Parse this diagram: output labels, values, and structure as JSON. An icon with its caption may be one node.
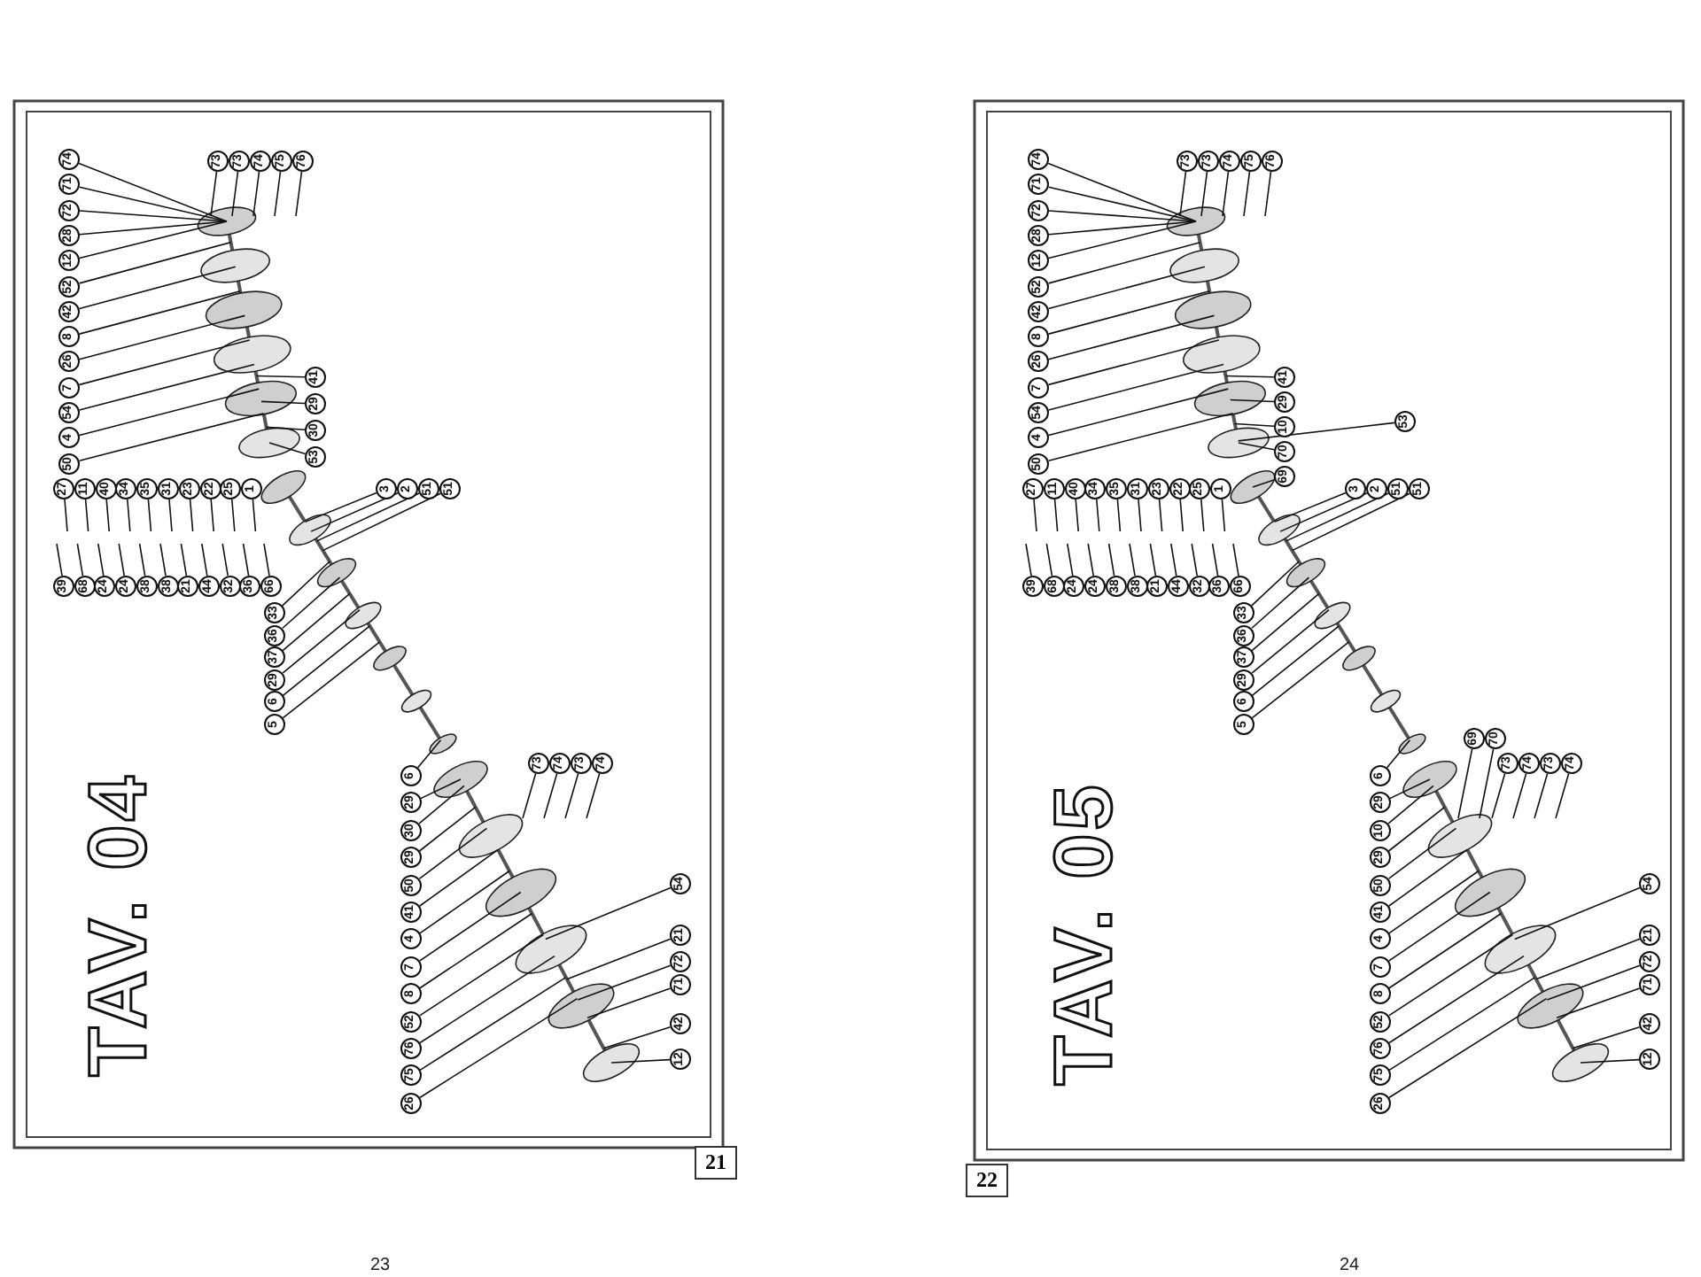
{
  "diagram": {
    "nodes": [
      {
        "text": [
          "74"
        ]
      },
      {
        "text": [
          "71"
        ]
      },
      {
        "text": [
          "72"
        ]
      },
      {
        "text": [
          "28"
        ]
      },
      {
        "text": [
          "12"
        ]
      },
      {
        "text": [
          "52"
        ]
      },
      {
        "text": [
          "42"
        ]
      },
      {
        "text": [
          "8"
        ]
      },
      {
        "text": [
          "26"
        ]
      },
      {
        "text": [
          "7"
        ]
      },
      {
        "text": [
          "54"
        ]
      },
      {
        "text": [
          "4"
        ]
      },
      {
        "text": [
          "50"
        ]
      },
      {
        "text": [
          "73"
        ]
      },
      {
        "text": [
          "73"
        ]
      },
      {
        "text": [
          "74"
        ]
      },
      {
        "text": [
          "75"
        ]
      },
      {
        "text": [
          "76"
        ]
      },
      {
        "text": [
          "41"
        ]
      },
      {
        "text": [
          "29"
        ]
      },
      {
        "text": [
          "30"
        ]
      },
      {
        "text": [
          "53"
        ]
      },
      {
        "text": [
          "27"
        ]
      },
      {
        "text": [
          "11"
        ]
      },
      {
        "text": [
          "40"
        ]
      },
      {
        "text": [
          "34"
        ]
      },
      {
        "text": [
          "35"
        ]
      },
      {
        "text": [
          "31"
        ]
      },
      {
        "text": [
          "23"
        ]
      },
      {
        "text": [
          "22"
        ]
      },
      {
        "text": [
          "25"
        ]
      },
      {
        "text": [
          "1"
        ]
      },
      {
        "text": [
          "39"
        ]
      },
      {
        "text": [
          "68"
        ]
      },
      {
        "text": [
          "24"
        ]
      },
      {
        "text": [
          "24"
        ]
      },
      {
        "text": [
          "38"
        ]
      },
      {
        "text": [
          "38"
        ]
      },
      {
        "text": [
          "21"
        ]
      },
      {
        "text": [
          "44"
        ]
      },
      {
        "text": [
          "32"
        ]
      },
      {
        "text": [
          "36"
        ]
      },
      {
        "text": [
          "66"
        ]
      },
      {
        "text": [
          "33"
        ]
      },
      {
        "text": [
          "36"
        ]
      },
      {
        "text": [
          "37"
        ]
      },
      {
        "text": [
          "29"
        ]
      },
      {
        "text": [
          "6"
        ]
      },
      {
        "text": [
          "5"
        ]
      },
      {
        "text": [
          "3"
        ]
      },
      {
        "text": [
          "2"
        ]
      },
      {
        "text": [
          "51"
        ]
      },
      {
        "text": [
          "51"
        ]
      },
      {
        "text": [
          "6"
        ]
      },
      {
        "text": [
          "29"
        ]
      },
      {
        "text": [
          "30"
        ]
      },
      {
        "text": [
          "29"
        ]
      },
      {
        "text": [
          "50"
        ]
      },
      {
        "text": [
          "41"
        ]
      },
      {
        "text": [
          "4"
        ]
      },
      {
        "text": [
          "7"
        ]
      },
      {
        "text": [
          "8"
        ]
      },
      {
        "text": [
          "52"
        ]
      },
      {
        "text": [
          "76"
        ]
      },
      {
        "text": [
          "75"
        ]
      },
      {
        "text": [
          "26"
        ]
      },
      {
        "text": [
          "73"
        ]
      },
      {
        "text": [
          "74"
        ]
      },
      {
        "text": [
          "73"
        ]
      },
      {
        "text": [
          "74"
        ]
      },
      {
        "text": [
          "54"
        ]
      },
      {
        "text": [
          "21"
        ]
      },
      {
        "text": [
          "72"
        ]
      },
      {
        "text": [
          "71"
        ]
      },
      {
        "text": [
          "42"
        ]
      },
      {
        "text": [
          "12"
        ]
      },
      {
        "text": [
          "74"
        ]
      },
      {
        "text": [
          "71"
        ]
      },
      {
        "text": [
          "72"
        ]
      },
      {
        "text": [
          "28"
        ]
      },
      {
        "text": [
          "12"
        ]
      },
      {
        "text": [
          "52"
        ]
      },
      {
        "text": [
          "42"
        ]
      },
      {
        "text": [
          "8"
        ]
      },
      {
        "text": [
          "26"
        ]
      },
      {
        "text": [
          "7"
        ]
      },
      {
        "text": [
          "54"
        ]
      },
      {
        "text": [
          "4"
        ]
      },
      {
        "text": [
          "50"
        ]
      },
      {
        "text": [
          "73"
        ]
      },
      {
        "text": [
          "73"
        ]
      },
      {
        "text": [
          "74"
        ]
      },
      {
        "text": [
          "75"
        ]
      },
      {
        "text": [
          "76"
        ]
      },
      {
        "text": [
          "41"
        ]
      },
      {
        "text": [
          "29"
        ]
      },
      {
        "text": [
          "10"
        ]
      },
      {
        "text": [
          "70"
        ]
      },
      {
        "text": [
          "69"
        ]
      },
      {
        "text": [
          "53"
        ]
      },
      {
        "text": [
          "27"
        ]
      },
      {
        "text": [
          "11"
        ]
      },
      {
        "text": [
          "40"
        ]
      },
      {
        "text": [
          "34"
        ]
      },
      {
        "text": [
          "35"
        ]
      },
      {
        "text": [
          "31"
        ]
      },
      {
        "text": [
          "23"
        ]
      },
      {
        "text": [
          "22"
        ]
      },
      {
        "text": [
          "25"
        ]
      },
      {
        "text": [
          "1"
        ]
      },
      {
        "text": [
          "39"
        ]
      },
      {
        "text": [
          "68"
        ]
      },
      {
        "text": [
          "24"
        ]
      },
      {
        "text": [
          "24"
        ]
      },
      {
        "text": [
          "38"
        ]
      },
      {
        "text": [
          "38"
        ]
      },
      {
        "text": [
          "21"
        ]
      },
      {
        "text": [
          "44"
        ]
      },
      {
        "text": [
          "32"
        ]
      },
      {
        "text": [
          "36"
        ]
      },
      {
        "text": [
          "66"
        ]
      },
      {
        "text": [
          "33"
        ]
      },
      {
        "text": [
          "36"
        ]
      },
      {
        "text": [
          "37"
        ]
      },
      {
        "text": [
          "29"
        ]
      },
      {
        "text": [
          "6"
        ]
      },
      {
        "text": [
          "5"
        ]
      },
      {
        "text": [
          "3"
        ]
      },
      {
        "text": [
          "2"
        ]
      },
      {
        "text": [
          "51"
        ]
      },
      {
        "text": [
          "51"
        ]
      },
      {
        "text": [
          "6"
        ]
      },
      {
        "text": [
          "29"
        ]
      },
      {
        "text": [
          "10"
        ]
      },
      {
        "text": [
          "29"
        ]
      },
      {
        "text": [
          "50"
        ]
      },
      {
        "text": [
          "41"
        ]
      },
      {
        "text": [
          "4"
        ]
      },
      {
        "text": [
          "7"
        ]
      },
      {
        "text": [
          "8"
        ]
      },
      {
        "text": [
          "52"
        ]
      },
      {
        "text": [
          "76"
        ]
      },
      {
        "text": [
          "75"
        ]
      },
      {
        "text": [
          "26"
        ]
      },
      {
        "text": [
          "69"
        ]
      },
      {
        "text": [
          "70"
        ]
      },
      {
        "text": [
          "73"
        ]
      },
      {
        "text": [
          "74"
        ]
      },
      {
        "text": [
          "73"
        ]
      },
      {
        "text": [
          "74"
        ]
      },
      {
        "text": [
          "54"
        ]
      },
      {
        "text": [
          "21"
        ]
      },
      {
        "text": [
          "72"
        ]
      },
      {
        "text": [
          "71"
        ]
      },
      {
        "text": [
          "42"
        ]
      },
      {
        "text": [
          "12"
        ]
      }
    ],
    "edges": [
      {
        "from": 0,
        "to": null,
        "arrow": "none"
      },
      {
        "from": 1,
        "to": null,
        "arrow": "none"
      },
      {
        "from": 2,
        "to": null,
        "arrow": "none"
      },
      {
        "from": 3,
        "to": null,
        "arrow": "none"
      },
      {
        "from": 4,
        "to": null,
        "arrow": "none"
      },
      {
        "from": 5,
        "to": null,
        "arrow": "none"
      },
      {
        "from": 6,
        "to": null,
        "arrow": "none"
      },
      {
        "from": 7,
        "to": null,
        "arrow": "none"
      },
      {
        "from": 8,
        "to": null,
        "arrow": "none"
      },
      {
        "from": 9,
        "to": null,
        "arrow": "none"
      },
      {
        "from": 10,
        "to": null,
        "arrow": "none"
      },
      {
        "from": 11,
        "to": null,
        "arrow": "none"
      },
      {
        "from": 12,
        "to": null,
        "arrow": "none"
      },
      {
        "from": 13,
        "to": null,
        "arrow": "none"
      },
      {
        "from": 14,
        "to": null,
        "arrow": "none"
      },
      {
        "from": 15,
        "to": null,
        "arrow": "none"
      },
      {
        "from": 16,
        "to": null,
        "arrow": "none"
      },
      {
        "from": 17,
        "to": null,
        "arrow": "none"
      },
      {
        "from": 18,
        "to": null,
        "arrow": "none"
      },
      {
        "from": 19,
        "to": null,
        "arrow": "none"
      },
      {
        "from": 20,
        "to": null,
        "arrow": "none"
      },
      {
        "from": 21,
        "to": null,
        "arrow": "none"
      },
      {
        "from": 22,
        "to": null,
        "arrow": "none"
      },
      {
        "from": 23,
        "to": null,
        "arrow": "none"
      },
      {
        "from": 24,
        "to": null,
        "arrow": "none"
      },
      {
        "from": 25,
        "to": null,
        "arrow": "none"
      },
      {
        "from": 26,
        "to": null,
        "arrow": "none"
      },
      {
        "from": 27,
        "to": null,
        "arrow": "none"
      },
      {
        "from": 28,
        "to": null,
        "arrow": "none"
      },
      {
        "from": 29,
        "to": null,
        "arrow": "none"
      },
      {
        "from": 30,
        "to": null,
        "arrow": "none"
      },
      {
        "from": 31,
        "to": null,
        "arrow": "none"
      },
      {
        "from": 32,
        "to": null,
        "arrow": "none"
      },
      {
        "from": 33,
        "to": null,
        "arrow": "none"
      },
      {
        "from": 34,
        "to": null,
        "arrow": "none"
      },
      {
        "from": 35,
        "to": null,
        "arrow": "none"
      },
      {
        "from": 36,
        "to": null,
        "arrow": "none"
      },
      {
        "from": 37,
        "to": null,
        "arrow": "none"
      },
      {
        "from": 38,
        "to": null,
        "arrow": "none"
      },
      {
        "from": 39,
        "to": null,
        "arrow": "none"
      },
      {
        "from": 40,
        "to": null,
        "arrow": "none"
      },
      {
        "from": 41,
        "to": null,
        "arrow": "none"
      },
      {
        "from": 42,
        "to": null,
        "arrow": "none"
      },
      {
        "from": 43,
        "to": null,
        "arrow": "none"
      },
      {
        "from": 44,
        "to": null,
        "arrow": "none"
      },
      {
        "from": 45,
        "to": null,
        "arrow": "none"
      },
      {
        "from": 46,
        "to": null,
        "arrow": "none"
      },
      {
        "from": 47,
        "to": null,
        "arrow": "none"
      },
      {
        "from": 48,
        "to": null,
        "arrow": "none"
      },
      {
        "from": 49,
        "to": null,
        "arrow": "none"
      },
      {
        "from": 50,
        "to": null,
        "arrow": "none"
      },
      {
        "from": 51,
        "to": null,
        "arrow": "none"
      },
      {
        "from": 52,
        "to": null,
        "arrow": "none"
      },
      {
        "from": 53,
        "to": null,
        "arrow": "none"
      },
      {
        "from": 54,
        "to": null,
        "arrow": "none"
      },
      {
        "from": 55,
        "to": null,
        "arrow": "none"
      },
      {
        "from": 56,
        "to": null,
        "arrow": "none"
      },
      {
        "from": 57,
        "to": null,
        "arrow": "none"
      },
      {
        "from": 58,
        "to": null,
        "arrow": "none"
      },
      {
        "from": 59,
        "to": null,
        "arrow": "none"
      },
      {
        "from": 60,
        "to": null,
        "arrow": "none"
      },
      {
        "from": 61,
        "to": null,
        "arrow": "none"
      },
      {
        "from": 62,
        "to": null,
        "arrow": "none"
      },
      {
        "from": 63,
        "to": null,
        "arrow": "none"
      },
      {
        "from": 64,
        "to": null,
        "arrow": "none"
      },
      {
        "from": 65,
        "to": null,
        "arrow": "none"
      },
      {
        "from": 66,
        "to": null,
        "arrow": "none"
      },
      {
        "from": 67,
        "to": null,
        "arrow": "none"
      },
      {
        "from": 68,
        "to": null,
        "arrow": "none"
      },
      {
        "from": 69,
        "to": null,
        "arrow": "none"
      },
      {
        "from": 70,
        "to": null,
        "arrow": "none"
      },
      {
        "from": 71,
        "to": null,
        "arrow": "none"
      },
      {
        "from": 72,
        "to": null,
        "arrow": "none"
      },
      {
        "from": 73,
        "to": null,
        "arrow": "none"
      },
      {
        "from": 74,
        "to": null,
        "arrow": "none"
      },
      {
        "from": 75,
        "to": null,
        "arrow": "none"
      },
      {
        "from": 76,
        "to": null,
        "arrow": "none"
      },
      {
        "from": 77,
        "to": null,
        "arrow": "none"
      },
      {
        "from": 78,
        "to": null,
        "arrow": "none"
      },
      {
        "from": 79,
        "to": null,
        "arrow": "none"
      },
      {
        "from": 80,
        "to": null,
        "arrow": "none"
      },
      {
        "from": 81,
        "to": null,
        "arrow": "none"
      },
      {
        "from": 82,
        "to": null,
        "arrow": "none"
      },
      {
        "from": 83,
        "to": null,
        "arrow": "none"
      },
      {
        "from": 84,
        "to": null,
        "arrow": "none"
      },
      {
        "from": 85,
        "to": null,
        "arrow": "none"
      },
      {
        "from": 86,
        "to": null,
        "arrow": "none"
      },
      {
        "from": 87,
        "to": null,
        "arrow": "none"
      },
      {
        "from": 88,
        "to": null,
        "arrow": "none"
      },
      {
        "from": 89,
        "to": null,
        "arrow": "none"
      },
      {
        "from": 90,
        "to": null,
        "arrow": "none"
      },
      {
        "from": 91,
        "to": null,
        "arrow": "none"
      },
      {
        "from": 92,
        "to": null,
        "arrow": "none"
      },
      {
        "from": 93,
        "to": null,
        "arrow": "none"
      },
      {
        "from": 94,
        "to": null,
        "arrow": "none"
      },
      {
        "from": 95,
        "to": null,
        "arrow": "none"
      },
      {
        "from": 96,
        "to": null,
        "arrow": "none"
      },
      {
        "from": 97,
        "to": null,
        "arrow": "none"
      },
      {
        "from": 98,
        "to": null,
        "arrow": "none"
      },
      {
        "from": 99,
        "to": null,
        "arrow": "none"
      },
      {
        "from": 100,
        "to": null,
        "arrow": "none"
      },
      {
        "from": 101,
        "to": null,
        "arrow": "none"
      },
      {
        "from": 102,
        "to": null,
        "arrow": "none"
      },
      {
        "from": 103,
        "to": null,
        "arrow": "none"
      },
      {
        "from": 104,
        "to": null,
        "arrow": "none"
      },
      {
        "from": 105,
        "to": null,
        "arrow": "none"
      },
      {
        "from": 106,
        "to": null,
        "arrow": "none"
      },
      {
        "from": 107,
        "to": null,
        "arrow": "none"
      },
      {
        "from": 108,
        "to": null,
        "arrow": "none"
      },
      {
        "from": 109,
        "to": null,
        "arrow": "none"
      },
      {
        "from": 110,
        "to": null,
        "arrow": "none"
      },
      {
        "from": 111,
        "to": null,
        "arrow": "none"
      },
      {
        "from": 112,
        "to": null,
        "arrow": "none"
      },
      {
        "from": 113,
        "to": null,
        "arrow": "none"
      },
      {
        "from": 114,
        "to": null,
        "arrow": "none"
      },
      {
        "from": 115,
        "to": null,
        "arrow": "none"
      },
      {
        "from": 116,
        "to": null,
        "arrow": "none"
      },
      {
        "from": 117,
        "to": null,
        "arrow": "none"
      },
      {
        "from": 118,
        "to": null,
        "arrow": "none"
      },
      {
        "from": 119,
        "to": null,
        "arrow": "none"
      },
      {
        "from": 120,
        "to": null,
        "arrow": "none"
      },
      {
        "from": 121,
        "to": null,
        "arrow": "none"
      },
      {
        "from": 122,
        "to": null,
        "arrow": "none"
      },
      {
        "from": 123,
        "to": null,
        "arrow": "none"
      },
      {
        "from": 124,
        "to": null,
        "arrow": "none"
      },
      {
        "from": 125,
        "to": null,
        "arrow": "none"
      },
      {
        "from": 126,
        "to": null,
        "arrow": "none"
      },
      {
        "from": 127,
        "to": null,
        "arrow": "none"
      },
      {
        "from": 128,
        "to": null,
        "arrow": "none"
      },
      {
        "from": 129,
        "to": null,
        "arrow": "none"
      },
      {
        "from": 130,
        "to": null,
        "arrow": "none"
      },
      {
        "from": 131,
        "to": null,
        "arrow": "none"
      },
      {
        "from": 132,
        "to": null,
        "arrow": "none"
      },
      {
        "from": 133,
        "to": null,
        "arrow": "none"
      },
      {
        "from": 134,
        "to": null,
        "arrow": "none"
      },
      {
        "from": 135,
        "to": null,
        "arrow": "none"
      },
      {
        "from": 136,
        "to": null,
        "arrow": "none"
      },
      {
        "from": 137,
        "to": null,
        "arrow": "none"
      },
      {
        "from": 138,
        "to": null,
        "arrow": "none"
      },
      {
        "from": 139,
        "to": null,
        "arrow": "none"
      },
      {
        "from": 140,
        "to": null,
        "arrow": "none"
      },
      {
        "from": 141,
        "to": null,
        "arrow": "none"
      },
      {
        "from": 142,
        "to": null,
        "arrow": "none"
      },
      {
        "from": 143,
        "to": null,
        "arrow": "none"
      },
      {
        "from": 144,
        "to": null,
        "arrow": "none"
      },
      {
        "from": 145,
        "to": null,
        "arrow": "none"
      },
      {
        "from": 146,
        "to": null,
        "arrow": "none"
      },
      {
        "from": 147,
        "to": null,
        "arrow": "none"
      },
      {
        "from": 148,
        "to": null,
        "arrow": "none"
      },
      {
        "from": 149,
        "to": null,
        "arrow": "none"
      },
      {
        "from": 150,
        "to": null,
        "arrow": "none"
      },
      {
        "from": 151,
        "to": null,
        "arrow": "none"
      },
      {
        "from": 152,
        "to": null,
        "arrow": "none"
      },
      {
        "from": 153,
        "to": null,
        "arrow": "none"
      },
      {
        "from": 154,
        "to": null,
        "arrow": "none"
      },
      {
        "from": 155,
        "to": null,
        "arrow": "none"
      }
    ],
    "labels": [
      "TAV. 04",
      "21",
      "23",
      "TAV. 05",
      "22",
      "24"
    ]
  }
}
